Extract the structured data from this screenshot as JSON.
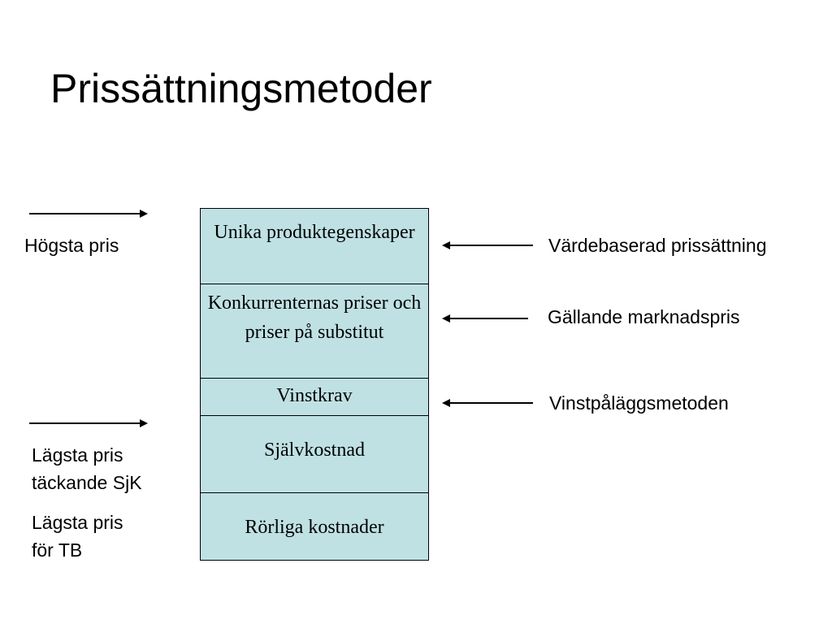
{
  "title": "Prissättningsmetoder",
  "colors": {
    "layer_fill": "#bfe1e4",
    "border": "#000000",
    "text": "#000000"
  },
  "stack": [
    {
      "id": "unika",
      "label": "Unika produktegenskaper"
    },
    {
      "id": "konkurrenter",
      "label": "Konkurrenternas priser och priser på substitut"
    },
    {
      "id": "vinstkrav",
      "label": "Vinstkrav"
    },
    {
      "id": "sjalvkostnad",
      "label": "Självkostnad"
    },
    {
      "id": "rorliga",
      "label": "Rörliga kostnader"
    }
  ],
  "left_labels": {
    "hogsta": "Högsta pris",
    "lagsta_sjk_line1": "Lägsta pris",
    "lagsta_sjk_line2": "täckande SjK",
    "lagsta_tb_line1": "Lägsta pris",
    "lagsta_tb_line2": "för TB"
  },
  "right_labels": {
    "vardebaserad": "Värdebaserad prissättning",
    "gallande": "Gällande marknadspris",
    "vinstpalagg": "Vinstpåläggsmetoden"
  }
}
